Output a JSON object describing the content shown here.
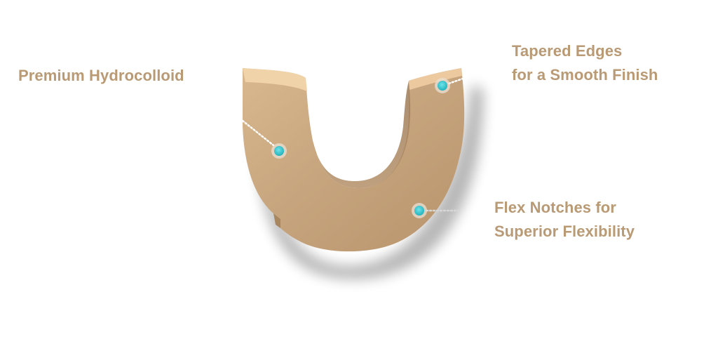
{
  "callouts": [
    {
      "lines": [
        "Premium Hydrocolloid"
      ],
      "marker": "teal-dot"
    },
    {
      "lines": [
        "Tapered Edges",
        "for a Smooth Finish"
      ],
      "marker": "teal-dot"
    },
    {
      "lines": [
        "Flex Notches for",
        "Superior Flexibility"
      ],
      "marker": "teal-dot"
    }
  ],
  "colors": {
    "label_text": "#b99a74",
    "patch_face": "#c9a882",
    "patch_top": "#eecfa6",
    "marker_fill": "#3cc6cf",
    "background": "#ffffff"
  },
  "product": {
    "icon": "u-shaped-hydrocolloid-patch"
  }
}
